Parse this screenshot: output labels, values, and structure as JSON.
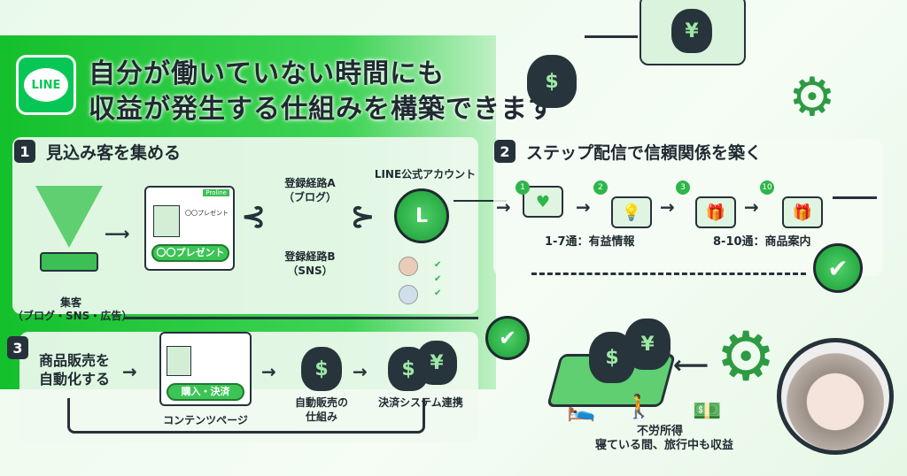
{
  "header": {
    "logo_text": "LINE",
    "title_line1": "自分が働いていない時間にも",
    "title_line2": "収益が発生する仕組みを構築できます"
  },
  "step1": {
    "number": "1",
    "title": "見込み客を集める",
    "funnel_label": "集客",
    "funnel_sub": "（ブログ・SNS・広告）",
    "window_brand": "Proline",
    "window_text": "〇〇プレゼント",
    "window_button": "〇〇プレゼント",
    "route_a": "登録経路A",
    "route_a_sub": "（ブログ）",
    "route_b": "登録経路B",
    "route_b_sub": "（SNS）",
    "line_account": "LINE公式アカウント",
    "line_icon": "L"
  },
  "step2": {
    "number": "2",
    "title": "ステップ配信で信頼関係を築く",
    "messages": [
      {
        "n": "1",
        "icon": "♥"
      },
      {
        "n": "2",
        "icon": "💡"
      },
      {
        "n": "3",
        "icon": "🎁"
      },
      {
        "n": "10",
        "icon": "🎁"
      }
    ],
    "label_a": "1-7通：有益情報",
    "label_b": "8-10通：商品案内"
  },
  "step3": {
    "number": "3",
    "title_line1": "商品販売を",
    "title_line2": "自動化する",
    "page_button": "購入・決済",
    "page_label": "コンテンツページ",
    "auto_label1": "自動販売の",
    "auto_label2": "仕組み",
    "payment_label": "決済システム連携"
  },
  "result": {
    "label1": "不労所得",
    "label2": "寝ている間、旅行中も収益",
    "dollar": "$",
    "yen": "¥"
  },
  "colors": {
    "accent": "#06c755",
    "dark": "#26323a"
  }
}
